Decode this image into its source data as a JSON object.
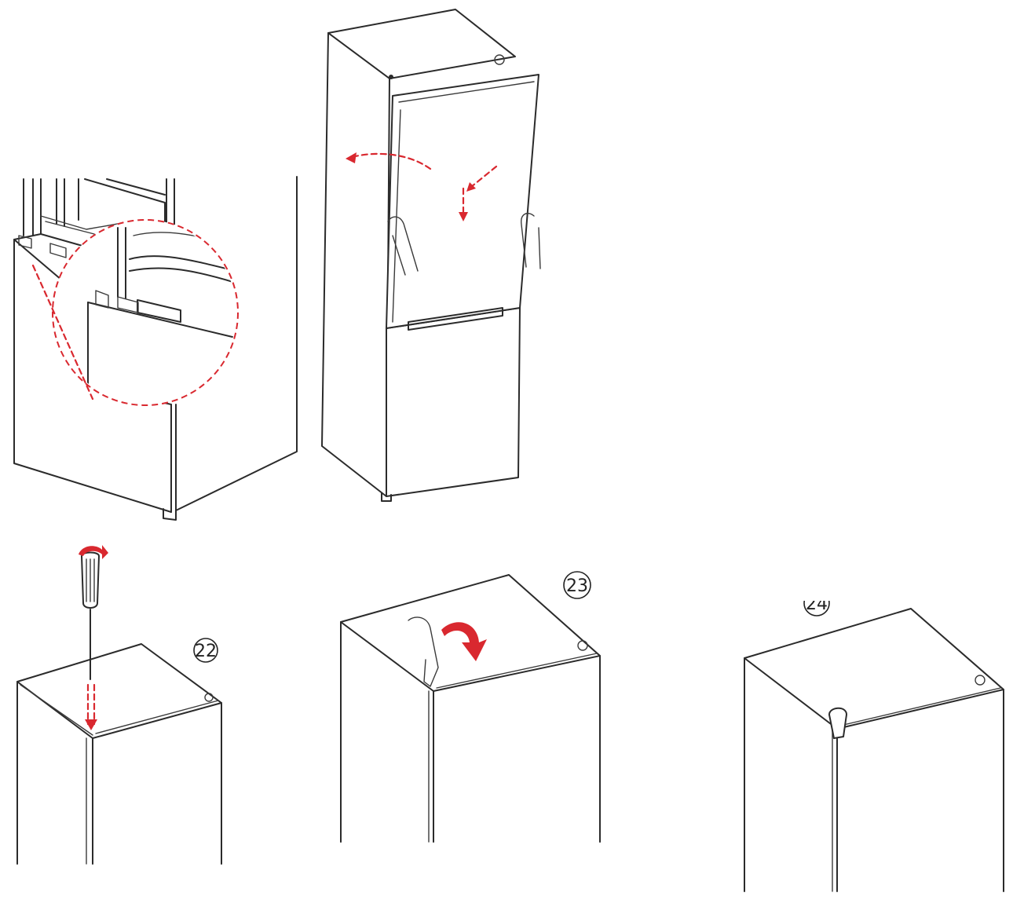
{
  "steps": [
    {
      "id": "22",
      "label": "22"
    },
    {
      "id": "23",
      "label": "23"
    },
    {
      "id": "24",
      "label": "24"
    }
  ],
  "colors": {
    "line": "#2b2b2b",
    "accent": "#d9282f",
    "background": "#ffffff"
  },
  "icons": [
    "screwdriver-icon",
    "rotate-arrow-icon",
    "hand-icon",
    "curved-arrow-icon",
    "magnifier-callout-icon"
  ]
}
